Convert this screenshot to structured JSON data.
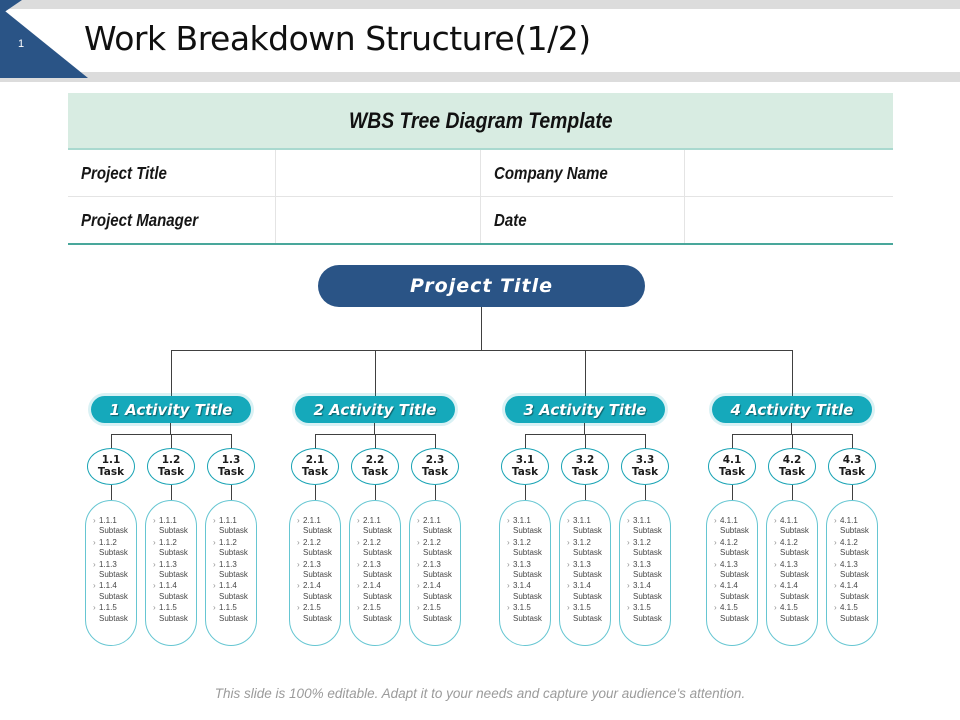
{
  "slide": {
    "page_number": "1",
    "title": "Work Breakdown Structure(1/2)",
    "footer": "This slide is 100% editable. Adapt it to your needs and capture your audience's attention."
  },
  "info_table": {
    "header": "WBS Tree Diagram Template",
    "rows": [
      {
        "label_a": "Project Title",
        "value_a": "",
        "label_b": "Company Name",
        "value_b": ""
      },
      {
        "label_a": "Project Manager",
        "value_a": "",
        "label_b": "Date",
        "value_b": ""
      }
    ]
  },
  "tree": {
    "root_title": "Project Title",
    "bullet": "›",
    "activities": [
      {
        "title": "1 Activity Title",
        "tasks": [
          {
            "id": "1.1",
            "label": "Task",
            "subtasks": [
              {
                "id": "1.1.1",
                "label": "Subtask"
              },
              {
                "id": "1.1.2",
                "label": "Subtask"
              },
              {
                "id": "1.1.3",
                "label": "Subtask"
              },
              {
                "id": "1.1.4",
                "label": "Subtask"
              },
              {
                "id": "1.1.5",
                "label": "Subtask"
              }
            ]
          },
          {
            "id": "1.2",
            "label": "Task",
            "subtasks": [
              {
                "id": "1.1.1",
                "label": "Subtask"
              },
              {
                "id": "1.1.2",
                "label": "Subtask"
              },
              {
                "id": "1.1.3",
                "label": "Subtask"
              },
              {
                "id": "1.1.4",
                "label": "Subtask"
              },
              {
                "id": "1.1.5",
                "label": "Subtask"
              }
            ]
          },
          {
            "id": "1.3",
            "label": "Task",
            "subtasks": [
              {
                "id": "1.1.1",
                "label": "Subtask"
              },
              {
                "id": "1.1.2",
                "label": "Subtask"
              },
              {
                "id": "1.1.3",
                "label": "Subtask"
              },
              {
                "id": "1.1.4",
                "label": "Subtask"
              },
              {
                "id": "1.1.5",
                "label": "Subtask"
              }
            ]
          }
        ]
      },
      {
        "title": "2 Activity Title",
        "tasks": [
          {
            "id": "2.1",
            "label": "Task",
            "subtasks": [
              {
                "id": "2.1.1",
                "label": "Subtask"
              },
              {
                "id": "2.1.2",
                "label": "Subtask"
              },
              {
                "id": "2.1.3",
                "label": "Subtask"
              },
              {
                "id": "2.1.4",
                "label": "Subtask"
              },
              {
                "id": "2.1.5",
                "label": "Subtask"
              }
            ]
          },
          {
            "id": "2.2",
            "label": "Task",
            "subtasks": [
              {
                "id": "2.1.1",
                "label": "Subtask"
              },
              {
                "id": "2.1.2",
                "label": "Subtask"
              },
              {
                "id": "2.1.3",
                "label": "Subtask"
              },
              {
                "id": "2.1.4",
                "label": "Subtask"
              },
              {
                "id": "2.1.5",
                "label": "Subtask"
              }
            ]
          },
          {
            "id": "2.3",
            "label": "Task",
            "subtasks": [
              {
                "id": "2.1.1",
                "label": "Subtask"
              },
              {
                "id": "2.1.2",
                "label": "Subtask"
              },
              {
                "id": "2.1.3",
                "label": "Subtask"
              },
              {
                "id": "2.1.4",
                "label": "Subtask"
              },
              {
                "id": "2.1.5",
                "label": "Subtask"
              }
            ]
          }
        ]
      },
      {
        "title": "3 Activity Title",
        "tasks": [
          {
            "id": "3.1",
            "label": "Task",
            "subtasks": [
              {
                "id": "3.1.1",
                "label": "Subtask"
              },
              {
                "id": "3.1.2",
                "label": "Subtask"
              },
              {
                "id": "3.1.3",
                "label": "Subtask"
              },
              {
                "id": "3.1.4",
                "label": "Subtask"
              },
              {
                "id": "3.1.5",
                "label": "Subtask"
              }
            ]
          },
          {
            "id": "3.2",
            "label": "Task",
            "subtasks": [
              {
                "id": "3.1.1",
                "label": "Subtask"
              },
              {
                "id": "3.1.2",
                "label": "Subtask"
              },
              {
                "id": "3.1.3",
                "label": "Subtask"
              },
              {
                "id": "3.1.4",
                "label": "Subtask"
              },
              {
                "id": "3.1.5",
                "label": "Subtask"
              }
            ]
          },
          {
            "id": "3.3",
            "label": "Task",
            "subtasks": [
              {
                "id": "3.1.1",
                "label": "Subtask"
              },
              {
                "id": "3.1.2",
                "label": "Subtask"
              },
              {
                "id": "3.1.3",
                "label": "Subtask"
              },
              {
                "id": "3.1.4",
                "label": "Subtask"
              },
              {
                "id": "3.1.5",
                "label": "Subtask"
              }
            ]
          }
        ]
      },
      {
        "title": "4 Activity Title",
        "tasks": [
          {
            "id": "4.1",
            "label": "Task",
            "subtasks": [
              {
                "id": "4.1.1",
                "label": "Subtask"
              },
              {
                "id": "4.1.2",
                "label": "Subtask"
              },
              {
                "id": "4.1.3",
                "label": "Subtask"
              },
              {
                "id": "4.1.4",
                "label": "Subtask"
              },
              {
                "id": "4.1.5",
                "label": "Subtask"
              }
            ]
          },
          {
            "id": "4.2",
            "label": "Task",
            "subtasks": [
              {
                "id": "4.1.1",
                "label": "Subtask"
              },
              {
                "id": "4.1.2",
                "label": "Subtask"
              },
              {
                "id": "4.1.3",
                "label": "Subtask"
              },
              {
                "id": "4.1.4",
                "label": "Subtask"
              },
              {
                "id": "4.1.5",
                "label": "Subtask"
              }
            ]
          },
          {
            "id": "4.3",
            "label": "Task",
            "subtasks": [
              {
                "id": "4.1.1",
                "label": "Subtask"
              },
              {
                "id": "4.1.2",
                "label": "Subtask"
              },
              {
                "id": "4.1.3",
                "label": "Subtask"
              },
              {
                "id": "4.1.4",
                "label": "Subtask"
              },
              {
                "id": "4.1.5",
                "label": "Subtask"
              }
            ]
          }
        ]
      }
    ]
  },
  "colors": {
    "navy": "#2a5486",
    "teal": "#15a9bb",
    "task_border": "#1ba4b5",
    "subtask_border": "#66c6d2",
    "mint_header": "#d8ece2",
    "table_bottom_border": "#49a79b",
    "connector": "#404040"
  }
}
